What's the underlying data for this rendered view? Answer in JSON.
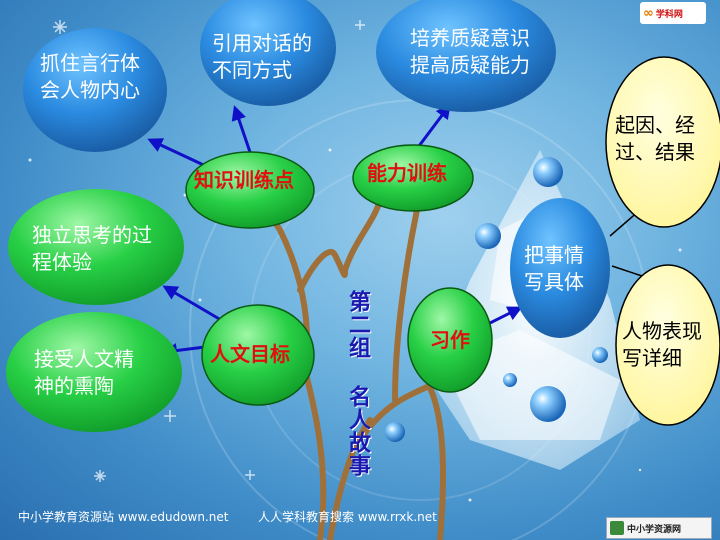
{
  "nodes": {
    "grasp_speech": "抓住言行体\n会人物内心",
    "dialogue_ways": "引用对话的\n不同方式",
    "questioning": "培养质疑意识\n提高质疑能力",
    "knowledge_points": "知识训练点",
    "ability_training": "能力训练",
    "cause_course_result": "起因、经\n过、结果",
    "independent_thinking": "独立思考的过\n程体验",
    "write_concretely": "把事情\n写具体",
    "character_detail": "人物表现\n写详细",
    "humanistic_influence": "接受人文精\n神的熏陶",
    "humanistic_goal": "人文目标",
    "composition": "习作"
  },
  "vertical_title": "第二组 名人故事",
  "footer": {
    "left": "中小学教育资源站 www.edudown.net",
    "middle": "人人学科教育搜索 www.rrxk.net"
  },
  "logos": {
    "top_right": "学科网",
    "bottom_right": "中小学资源网"
  },
  "colors": {
    "blue_node": "#2f8fd8",
    "green_node": "#22c43a",
    "yellow_node": "#fffbb0",
    "arrow": "#1010c8",
    "trunk": "#a0703a"
  }
}
